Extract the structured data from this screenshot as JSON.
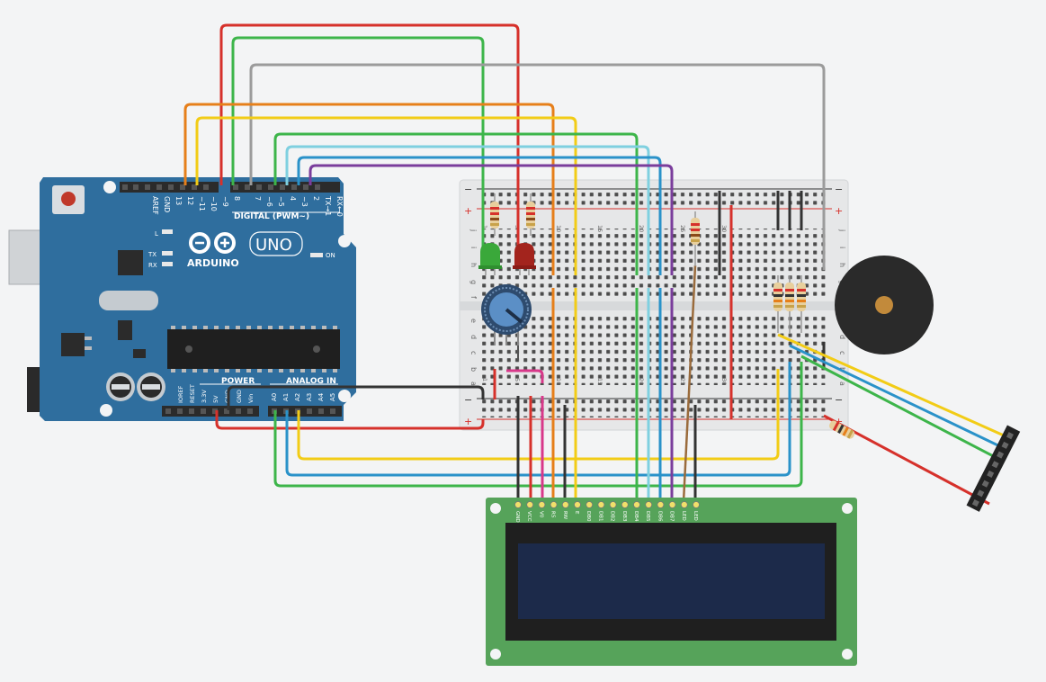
{
  "arduino": {
    "brand": "ARDUINO",
    "model": "UNO",
    "digital_label": "DIGITAL (PWM~)",
    "power_label": "POWER",
    "analog_label": "ANALOG IN",
    "on_label": "ON",
    "l_label": "L",
    "tx_label": "TX",
    "rx_label": "RX",
    "top_pins": [
      "AREF",
      "GND",
      "13",
      "12",
      "~11",
      "~10",
      "~9",
      "8",
      "7",
      "~6",
      "~5",
      "4",
      "~3",
      "2",
      "TX→1",
      "RX←0"
    ],
    "power_pins": [
      "IOREF",
      "RESET",
      "3.3V",
      "5V",
      "GND",
      "GND",
      "Vin"
    ],
    "analog_pins": [
      "A0",
      "A1",
      "A2",
      "A3",
      "A4",
      "A5"
    ]
  },
  "breadboard": {
    "row_letters_top": [
      "j",
      "i",
      "h",
      "g",
      "f"
    ],
    "row_letters_bottom": [
      "e",
      "d",
      "c",
      "b",
      "a"
    ],
    "column_numbers": [
      "1",
      "5",
      "10",
      "15",
      "20",
      "25",
      "30"
    ],
    "plus": "+",
    "minus": "−"
  },
  "lcd": {
    "pins": [
      "GND",
      "VCC",
      "V0",
      "RS",
      "RW",
      "E",
      "DB0",
      "DB1",
      "DB2",
      "DB3",
      "DB4",
      "DB5",
      "DB6",
      "DB7",
      "LED",
      "LED"
    ]
  },
  "colors": {
    "arduino_blue": "#2f6e9e",
    "breadboard": "#e6e7e8",
    "lcd_pcb": "#56a35a",
    "lcd_screen": "#1c2a4a",
    "wire_red": "#d6312b",
    "wire_green": "#3db54a",
    "wire_gray": "#9b9b9b",
    "wire_orange": "#e67f1a",
    "wire_yellow": "#f2cc16",
    "wire_cyan": "#7fd0e0",
    "wire_blue": "#2a92c9",
    "wire_purple": "#7a3d9c",
    "wire_black": "#333333",
    "wire_pink": "#d8388a",
    "wire_brown": "#9a6b3c"
  }
}
